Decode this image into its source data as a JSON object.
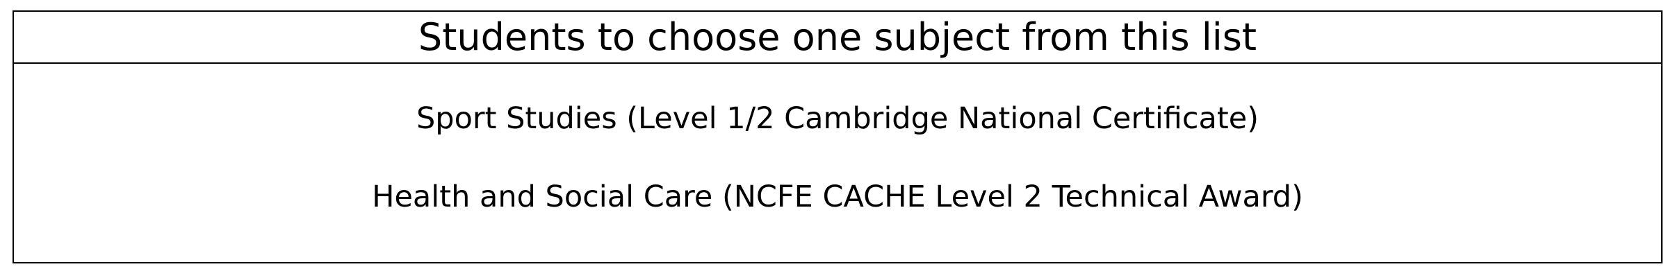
{
  "table": {
    "title": "Students to choose one subject from this list",
    "options": [
      "Sport Studies (Level 1/2 Cambridge National Certificate)",
      "Health and Social Care (NCFE CACHE Level 2 Technical Award)"
    ]
  }
}
